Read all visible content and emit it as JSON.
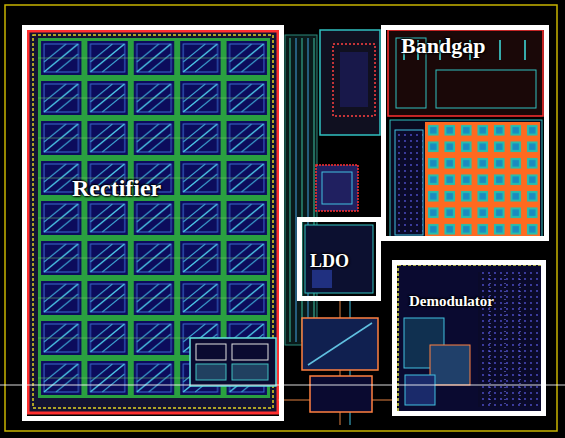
{
  "diagram": {
    "nodes": [
      {
        "text": [
          "Rectifier"
        ]
      },
      {
        "text": [
          "Bandgap"
        ]
      },
      {
        "text": [
          "LDO"
        ]
      },
      {
        "text": [
          "Demodulator"
        ]
      }
    ]
  }
}
